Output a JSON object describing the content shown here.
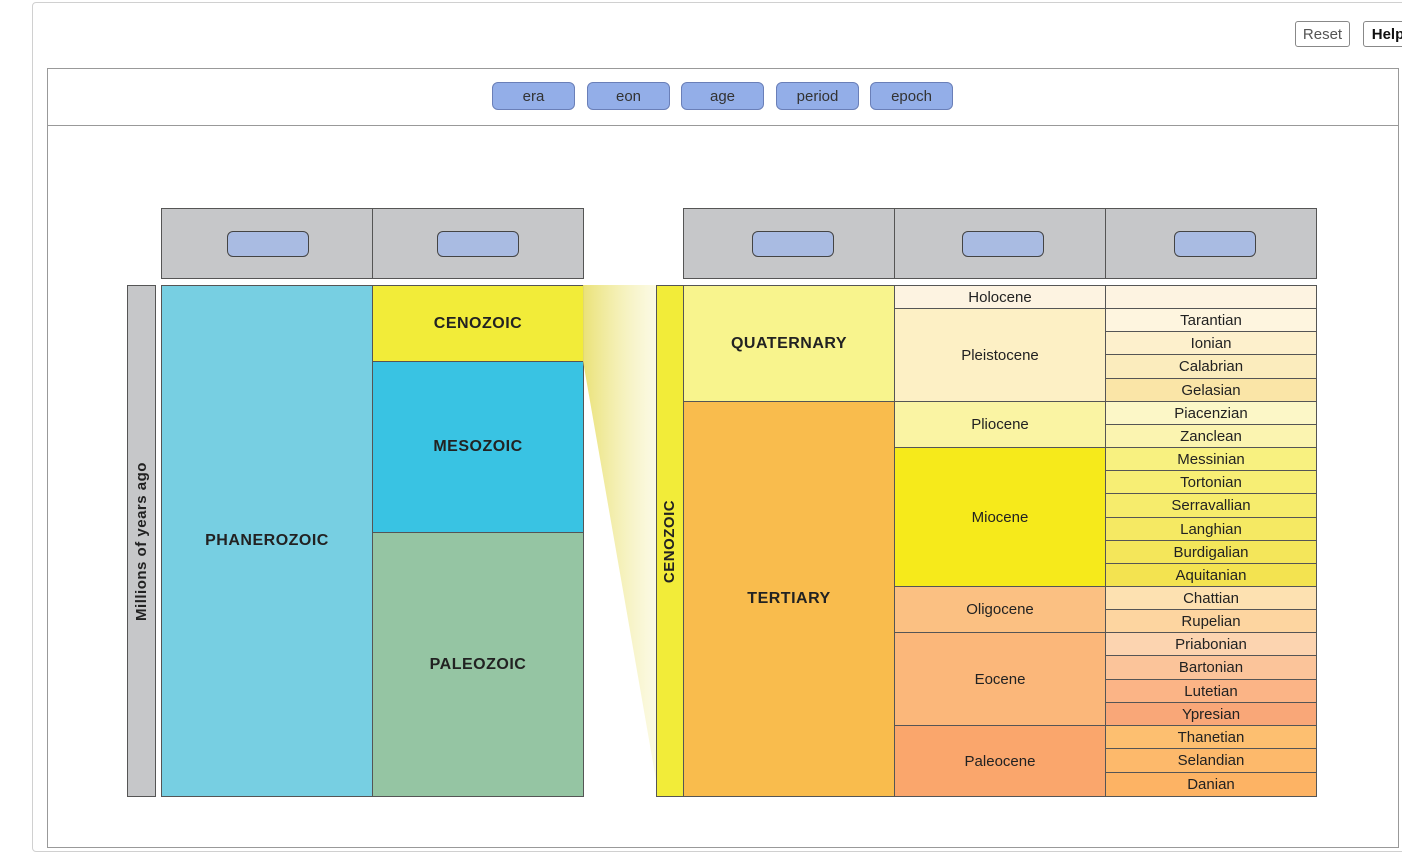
{
  "toolbar": {
    "reset_label": "Reset",
    "help_label": "Help"
  },
  "terms": [
    "era",
    "eon",
    "age",
    "period",
    "epoch"
  ],
  "axis_label": "Millions of years ago",
  "left": {
    "eon": "PHANEROZOIC",
    "eras": [
      "CENOZOIC",
      "MESOZOIC",
      "PALEOZOIC"
    ]
  },
  "right": {
    "era": "CENOZOIC",
    "periods": [
      "QUATERNARY",
      "TERTIARY"
    ],
    "epochs": [
      "Holocene",
      "Pleistocene",
      "Pliocene",
      "Miocene",
      "Oligocene",
      "Eocene",
      "Paleocene"
    ],
    "ages": [
      "Tarantian",
      "Ionian",
      "Calabrian",
      "Gelasian",
      "Piacenzian",
      "Zanclean",
      "Messinian",
      "Tortonian",
      "Serravallian",
      "Langhian",
      "Burdigalian",
      "Aquitanian",
      "Chattian",
      "Rupelian",
      "Priabonian",
      "Bartonian",
      "Lutetian",
      "Ypresian",
      "Thanetian",
      "Selandian",
      "Danian"
    ]
  },
  "colors": {
    "phanerozoic": "#77cfe2",
    "cenozoic": "#f2ec39",
    "mesozoic": "#39c3e3",
    "paleozoic": "#95c5a3",
    "quaternary": "#f8f48d",
    "tertiary": "#f9bc4d",
    "header": "#c6c7c9",
    "chip": "#93aee8",
    "slot": "#a9bbe2"
  }
}
